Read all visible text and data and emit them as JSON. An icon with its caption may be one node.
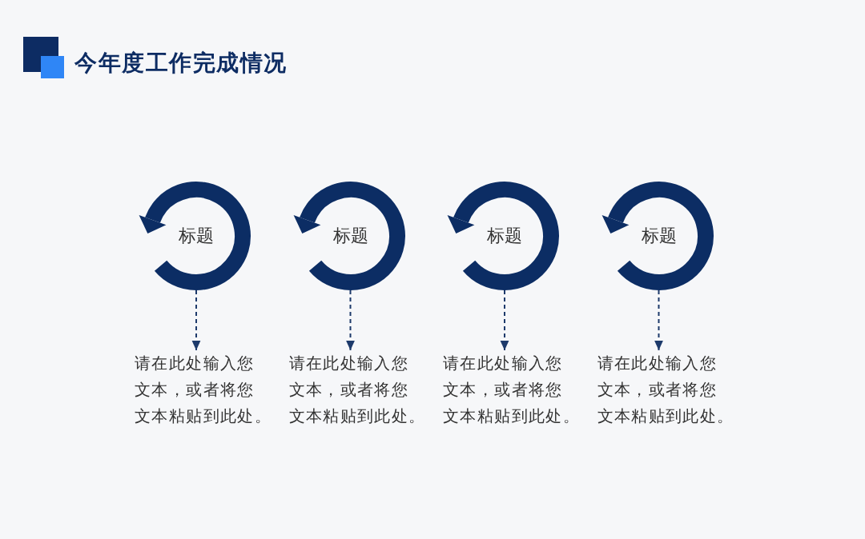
{
  "diagram": {
    "title": "今年度工作完成情况",
    "nodes": [
      {
        "text": [
          "标题"
        ]
      },
      {
        "text": [
          "标题"
        ]
      },
      {
        "text": [
          "标题"
        ]
      },
      {
        "text": [
          "标题"
        ]
      },
      {
        "text": [
          "请在此处输入您文本，或者将您文本粘贴到此处。"
        ]
      },
      {
        "text": [
          "请在此处输入您文本，或者将您文本粘贴到此处。"
        ]
      },
      {
        "text": [
          "请在此处输入您文本，或者将您文本粘贴到此处。"
        ]
      },
      {
        "text": [
          "请在此处输入您文本，或者将您文本粘贴到此处。"
        ]
      }
    ],
    "edges": [
      {
        "from": 0,
        "to": 4,
        "arrow": "to",
        "style": "dashed"
      },
      {
        "from": 1,
        "to": 5,
        "arrow": "to",
        "style": "dashed"
      },
      {
        "from": 2,
        "to": 6,
        "arrow": "to",
        "style": "dashed"
      },
      {
        "from": 3,
        "to": 7,
        "arrow": "to",
        "style": "dashed"
      }
    ]
  }
}
